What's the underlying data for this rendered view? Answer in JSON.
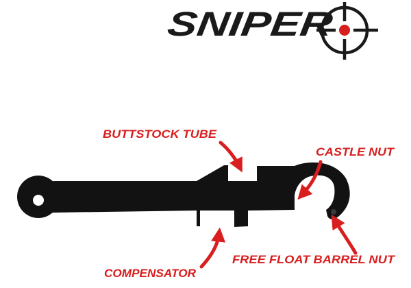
{
  "brand": {
    "name": "SNIPER",
    "text_color": "#1a1a1a",
    "crosshair_color": "#1a1a1a",
    "crosshair_dot_color": "#d81e1e"
  },
  "labels": {
    "buttstock_tube": "BUTTSTOCK TUBE",
    "castle_nut": "CASTLE NUT",
    "compensator": "COMPENSATOR",
    "free_float_barrel_nut": "FREE FLOAT BARREL NUT"
  },
  "colors": {
    "label": "#d81e1e",
    "arrow": "#d81e1e",
    "wrench": "#121212",
    "background": "#ffffff"
  },
  "icons": {
    "logo_mark": "crosshair-icon",
    "product": "armorers-wrench-icon",
    "pointer": "arrow-icon"
  }
}
